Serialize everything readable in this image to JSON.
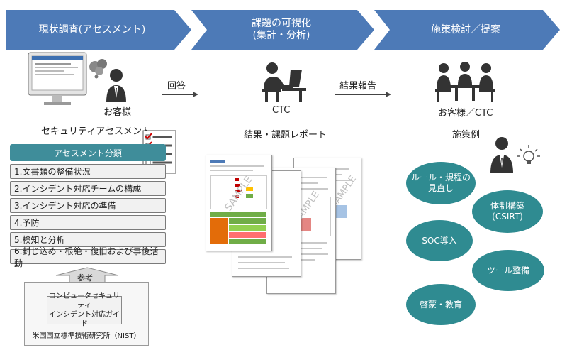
{
  "header": {
    "step1": "現状調査(アセスメント)",
    "step2_line1": "課題の可視化",
    "step2_line2": "(集計・分析)",
    "step3": "施策検討／提案"
  },
  "colors": {
    "chevron": "#4d7ab7",
    "category_header": "#3f8d9a",
    "bubble": "#2f8b91"
  },
  "assessment": {
    "customer_label": "お客様",
    "title": "セキュリティアセスメント",
    "category_header": "アセスメント分類",
    "categories": [
      "1.文書類の整備状況",
      "2.インシデント対応チームの構成",
      "3.インシデント対応の準備",
      "4.予防",
      "5.検知と分析",
      "6.封じ込め・根絶・復旧および事後活動"
    ],
    "reference_label": "参考",
    "guide_line1": "コンピュータセキュリティ",
    "guide_line2": "インシデント対応ガイド",
    "nist": "米国国立標準技術研究所（NIST）"
  },
  "flow": {
    "answer": "回答",
    "report": "結果報告"
  },
  "analysis": {
    "org": "CTC",
    "title": "結果・課題レポート",
    "watermark": "SAMPLE"
  },
  "proposal": {
    "org": "お客様／CTC",
    "title": "施策例",
    "measures": [
      {
        "line1": "ルール・規程の",
        "line2": "見直し"
      },
      {
        "line1": "体制構築",
        "line2": "(CSIRT)"
      },
      {
        "line1": "SOC導入",
        "line2": ""
      },
      {
        "line1": "ツール整備",
        "line2": ""
      },
      {
        "line1": "啓蒙・教育",
        "line2": ""
      }
    ]
  }
}
